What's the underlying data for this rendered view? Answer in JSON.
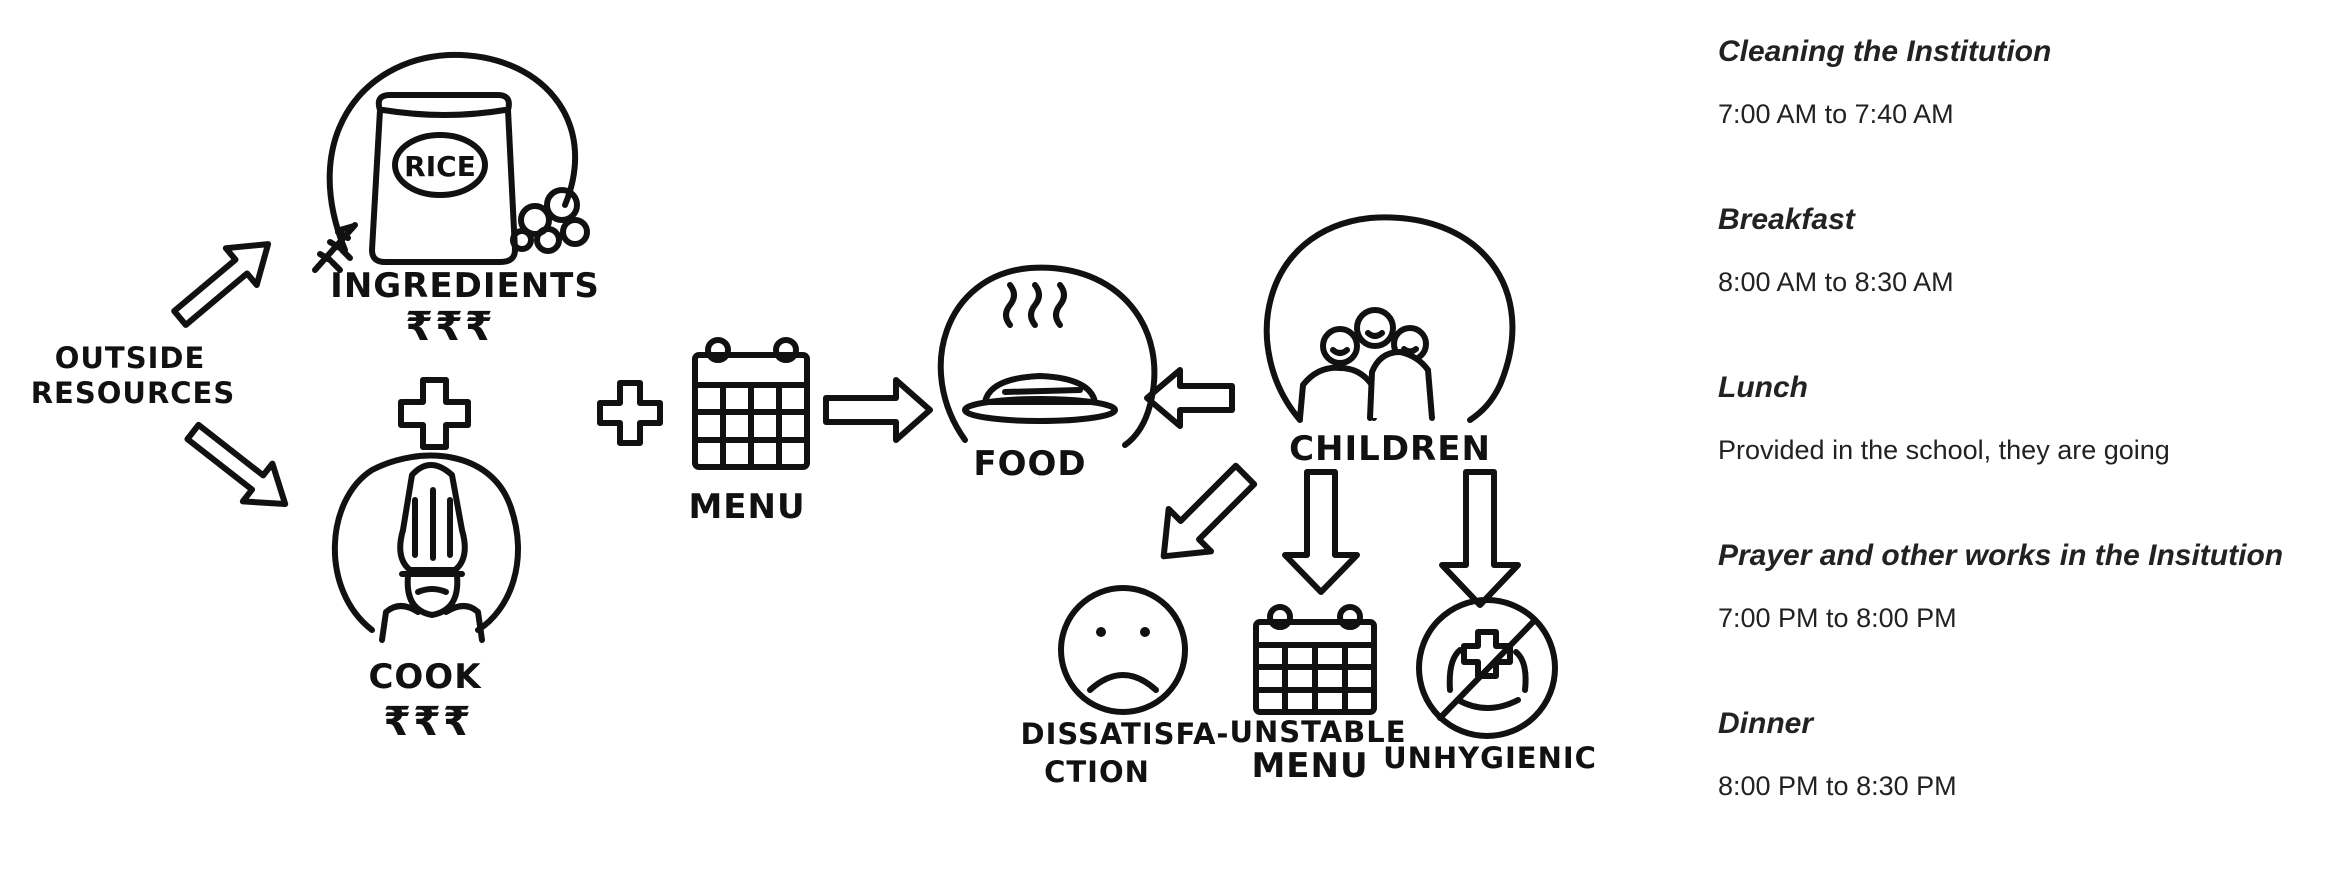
{
  "diagram": {
    "labels": {
      "outside_resources_line1": "OUTSIDE",
      "outside_resources_line2": "RESOURCES",
      "ingredients": "INGREDIENTS",
      "ingredients_cost": "₹₹₹",
      "rice": "RICE",
      "cook": "COOK",
      "cook_cost": "₹₹₹",
      "menu": "MENU",
      "food": "FOOD",
      "children": "CHILDREN",
      "dissatisfaction_line1": "DISSATISFA-",
      "dissatisfaction_line2": "CTION",
      "unstable_menu_line1": "UNSTABLE",
      "unstable_menu_line2": "MENU",
      "unhygienic": "UNHYGIENIC"
    }
  },
  "schedule": [
    {
      "title": "Cleaning the Institution",
      "time": "7:00 AM to 7:40 AM"
    },
    {
      "title": "Breakfast",
      "time": "8:00 AM to 8:30 AM"
    },
    {
      "title": "Lunch",
      "time": "Provided in the school, they are going"
    },
    {
      "title": "Prayer and other works in the Insitution",
      "time": "7:00 PM to 8:00 PM"
    },
    {
      "title": "Dinner",
      "time": "8:00 PM to 8:30 PM"
    }
  ]
}
